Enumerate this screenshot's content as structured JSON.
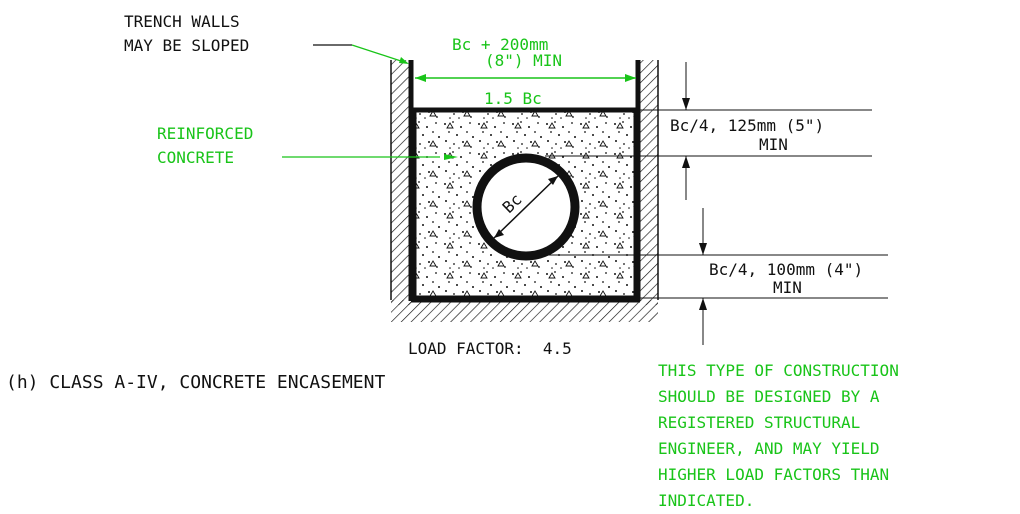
{
  "labels": {
    "trench_walls_line1": "TRENCH WALLS",
    "trench_walls_line2": "MAY BE SLOPED",
    "top_width_line1": "Bc + 200mm",
    "top_width_line2": "(8\") MIN",
    "inner_width": "1.5 Bc",
    "reinforced_line1": "REINFORCED",
    "reinforced_line2": "CONCRETE",
    "pipe_diameter": "Bc",
    "cover_top_line1": "Bc/4, 125mm (5\")",
    "cover_top_line2": "MIN",
    "cover_bottom_line1": "Bc/4, 100mm (4\")",
    "cover_bottom_line2": "MIN",
    "load_factor": "LOAD FACTOR:  4.5",
    "class_title": "(h) CLASS A-IV, CONCRETE ENCASEMENT"
  },
  "note_lines": [
    "THIS TYPE OF CONSTRUCTION",
    "SHOULD BE DESIGNED BY A",
    "REGISTERED STRUCTURAL",
    "ENGINEER, AND MAY YIELD",
    "HIGHER LOAD FACTORS THAN",
    "INDICATED."
  ],
  "colors": {
    "linework": "#111111",
    "annotation": "#19c419",
    "background": "#ffffff"
  }
}
